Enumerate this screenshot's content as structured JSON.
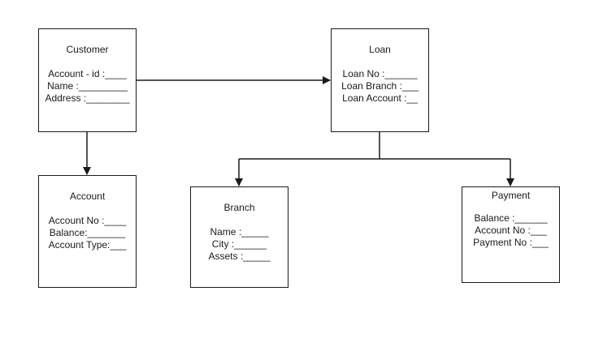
{
  "diagram": {
    "entities": [
      {
        "id": "customer",
        "title": "Customer",
        "fields": [
          "Account - id :____",
          "Name :_________",
          "Address :________"
        ]
      },
      {
        "id": "loan",
        "title": "Loan",
        "fields": [
          "Loan No :______",
          "Loan Branch :___",
          "Loan Account :__"
        ]
      },
      {
        "id": "account",
        "title": "Account",
        "fields": [
          "Account No :____",
          "Balance:_______",
          "Account Type:___"
        ]
      },
      {
        "id": "branch",
        "title": "Branch",
        "fields": [
          "Name :_____",
          "City :______",
          "Assets :_____"
        ]
      },
      {
        "id": "payment",
        "title": "Payment",
        "fields": [
          "Balance :______",
          "Account No :___",
          "Payment No :___"
        ]
      }
    ],
    "relationships": [
      {
        "from": "Customer",
        "to": "Loan"
      },
      {
        "from": "Customer",
        "to": "Account"
      },
      {
        "from": "Loan",
        "to": "Branch"
      },
      {
        "from": "Loan",
        "to": "Payment"
      }
    ],
    "line_color": "#1a1a1a"
  }
}
